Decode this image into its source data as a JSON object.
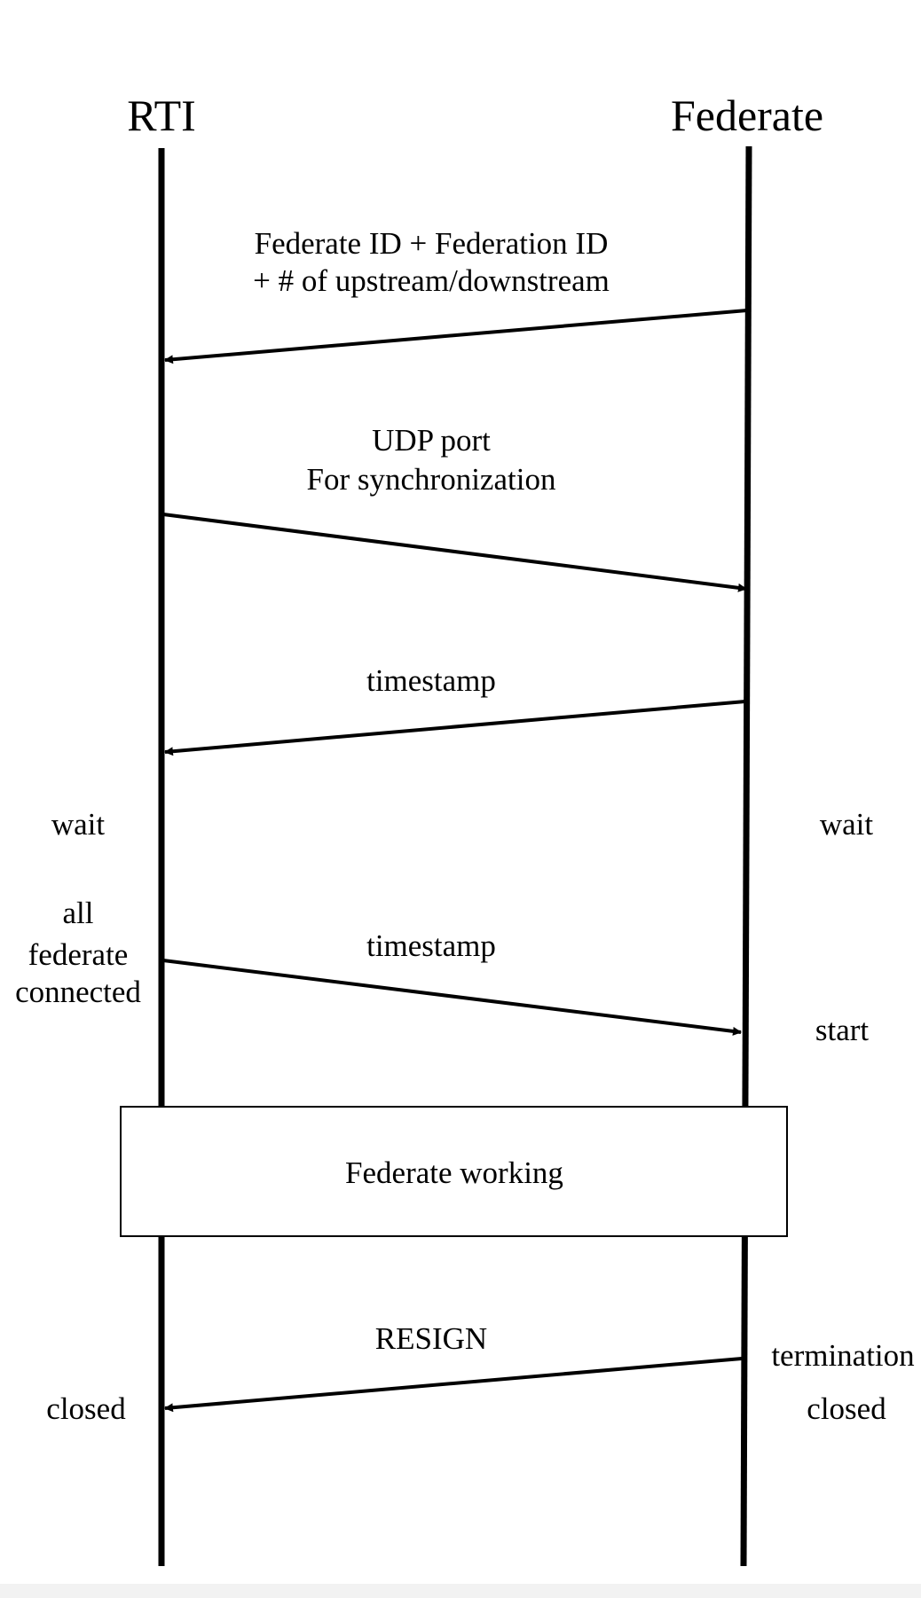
{
  "participants": {
    "left": "RTI",
    "right": "Federate"
  },
  "messages": {
    "m1_line1": "Federate ID + Federation ID",
    "m1_line2": "+ # of upstream/downstream",
    "m2_line1": "UDP port",
    "m2_line2": "For synchronization",
    "m3": "timestamp",
    "m4": "timestamp",
    "m5": "RESIGN"
  },
  "notes": {
    "rti_wait": "wait",
    "fed_wait": "wait",
    "rti_all_1": "all",
    "rti_all_2": "federate",
    "rti_all_3": "connected",
    "fed_start": "start",
    "fed_termination": "termination",
    "rti_closed": "closed",
    "fed_closed": "closed"
  },
  "box": {
    "label": "Federate working"
  }
}
